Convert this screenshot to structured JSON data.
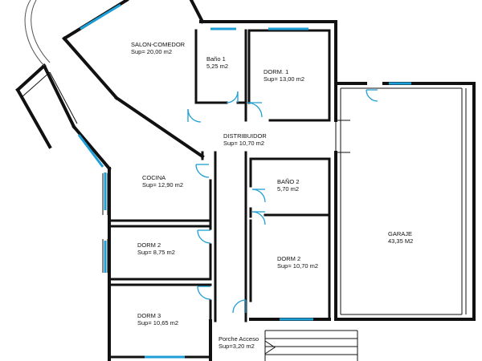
{
  "colors": {
    "wall": "#111111",
    "window": "#1d9ed6",
    "door": "#1d9ed6",
    "background": "#ffffff",
    "text": "#111111"
  },
  "rooms": [
    {
      "name": "SALON-COMEDOR",
      "area": "Sup= 20,00 m2"
    },
    {
      "name": "Baño 1",
      "area": "5,25 m2"
    },
    {
      "name": "DORM. 1",
      "area": "Sup= 13,00 m2"
    },
    {
      "name": "DISTRIBUIDOR",
      "area": "Sup= 10,70 m2"
    },
    {
      "name": "COCINA",
      "area": "Sup= 12,90 m2"
    },
    {
      "name": "BAÑO 2",
      "area": "5,70 m2"
    },
    {
      "name": "GARAJE",
      "area": "43,35 M2"
    },
    {
      "name": "DORM 2",
      "area": "Sup= 8,75 m2"
    },
    {
      "name": "DORM 2",
      "area": "Sup= 10,70 m2"
    },
    {
      "name": "DORM 3",
      "area": "Sup= 10,65 m2"
    },
    {
      "name": "Porche Acceso",
      "area": "Sup=3,20 m2"
    }
  ]
}
